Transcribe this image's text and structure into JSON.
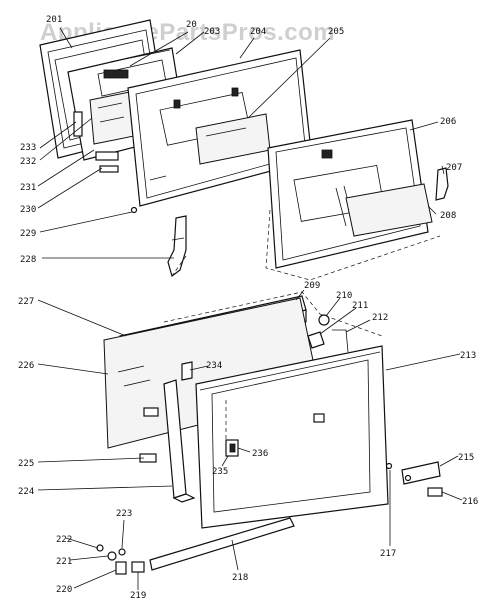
{
  "watermark": "AppliancePartsPros.com",
  "labels": {
    "p201": "201",
    "p203": "203",
    "p204": "204",
    "p205": "205",
    "p206": "206",
    "p207": "207",
    "p208": "208",
    "p209": "209",
    "p210": "210",
    "p211": "211",
    "p212": "212",
    "p213": "213",
    "p215": "215",
    "p216": "216",
    "p217": "217",
    "p218": "218",
    "p219": "219",
    "p220": "220",
    "p221": "221",
    "p222": "222",
    "p223": "223",
    "p224": "224",
    "p225": "225",
    "p226": "226",
    "p227": "227",
    "p228": "228",
    "p229": "229",
    "p230": "230",
    "p231": "231",
    "p232": "232",
    "p233": "233",
    "p234": "234",
    "p235": "235",
    "p236": "236",
    "p20": "20"
  }
}
